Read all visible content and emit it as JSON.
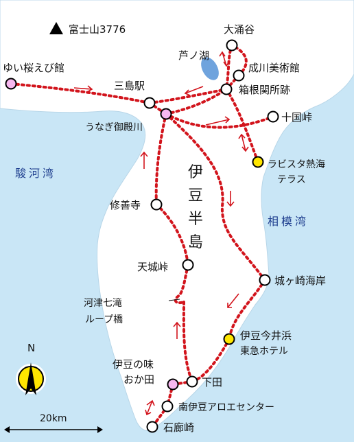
{
  "colors": {
    "sea": "#c9e6f6",
    "land": "#ffffff",
    "route": "#d2141c",
    "lake": "#6fa3dd",
    "node_white": "#ffffff",
    "node_pink": "#f7b8f0",
    "node_yellow": "#ffe600"
  },
  "mountain": {
    "label": "富士山3776",
    "icon": "mountain-triangle-icon"
  },
  "places": {
    "ooakudani": "大涌谷",
    "ashinoko": "芦ノ湖",
    "narikawa": "成川美術館",
    "hakone_sekisho": "箱根関所跡",
    "yui": "ゆい桜えび館",
    "mishima": "三島駅",
    "unagi_line1": "うなぎ御殿川",
    "jikkoku": "十国峠",
    "labista_line1": "ラビスタ熱海",
    "labista_line2": "テラス",
    "shuzenji": "修善寺",
    "amagi": "天城峠",
    "kawazu_line1": "河津七滝",
    "kawazu_line2": "ループ橋",
    "jogasaki": "城ヶ崎海岸",
    "imaihama_line1": "伊豆今井浜",
    "imaihama_line2": "東急ホテル",
    "okada_line1": "伊豆の味",
    "okada_line2": "おか田",
    "shimoda": "下田",
    "aloe": "南伊豆アロエセンター",
    "irozaki": "石廊崎"
  },
  "seas": {
    "suruga": "駿河湾",
    "sagami": "相模湾"
  },
  "peninsula": [
    "伊",
    "豆",
    "半",
    "島"
  ],
  "compass": {
    "label": "N",
    "icon": "compass-icon"
  },
  "scale": {
    "label": "20km",
    "icon": "scale-bar-icon"
  }
}
